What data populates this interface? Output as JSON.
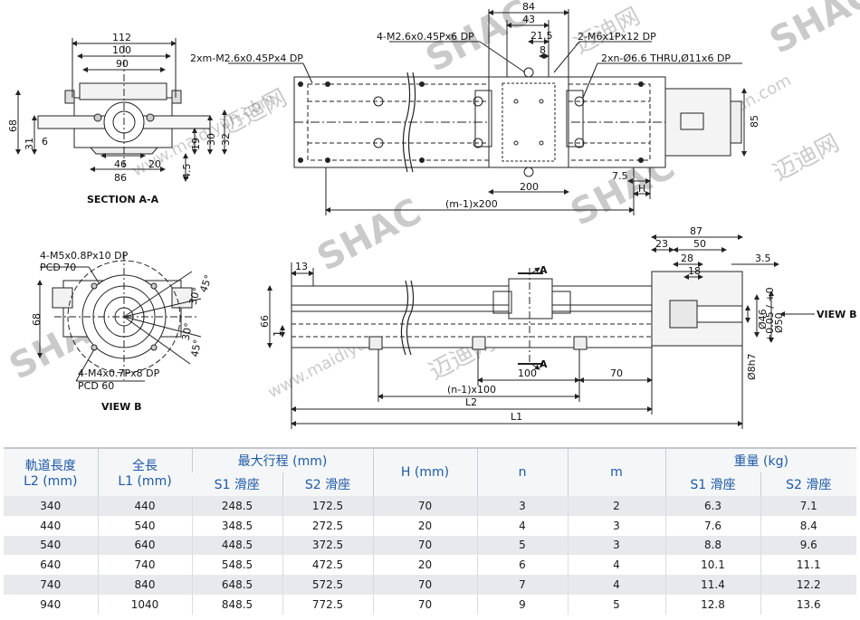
{
  "drawing": {
    "labels": {
      "section_aa": "SECTION A-A",
      "view_b": "VIEW B",
      "view_b_arrow": "VIEW B",
      "a_top": "A",
      "a_bottom": "A"
    },
    "section_dims": {
      "w112": "112",
      "w100": "100",
      "w90": "90",
      "h68": "68",
      "d31": "31",
      "d6": "6",
      "d46": "46",
      "d20": "20",
      "d86": "86",
      "d19": "19",
      "d30": "30",
      "d32": "32",
      "d4_5": "4.5"
    },
    "top_notes": {
      "m26_4dp": "2xm-M2.6x0.45Px4 DP",
      "m26_6dp": "4-M2.6x0.45Px6 DP",
      "m6": "2-M6x1Px12 DP",
      "thru": "2xn-Ø6.6 THRU,Ø11x6 DP"
    },
    "top_dims": {
      "d84": "84",
      "d43": "43",
      "d21_5": "21.5",
      "d8": "8",
      "d85": "85",
      "d7_5": "7.5",
      "dH": "H",
      "d200": "200",
      "dm200": "(m-1)x200"
    },
    "viewb_notes": {
      "m5": "4-M5x0.8Px10 DP",
      "pcd70": "PCD 70",
      "m4": "4-M4x0.7Px8 DP",
      "pcd60": "PCD 60"
    },
    "viewb_dims": {
      "h68": "68",
      "a45a": "45°",
      "a30a": "30°",
      "a30b": "30°",
      "a45b": "45°"
    },
    "front_dims": {
      "d13": "13",
      "d66": "66",
      "d1": "1",
      "d100": "100",
      "d70": "70",
      "dn100": "(n-1)x100",
      "dL2": "L2",
      "dL1": "L1"
    },
    "side_dims": {
      "d87": "87",
      "d23": "23",
      "d50": "50",
      "d28": "28",
      "d18": "18",
      "d3_5": "3.5",
      "d46": "Ø46",
      "d50tol": "Ø50",
      "tol": "+0.05 / +0",
      "d8h7": "Ø8h7"
    },
    "watermark": {
      "brand": "SHAC",
      "cn": "迈迪网",
      "url": "www.maidiyun.com"
    }
  },
  "table": {
    "headers": {
      "rail_length": "軌道長度",
      "rail_length_unit": "L2 (mm)",
      "total_length": "全長",
      "total_length_unit": "L1 (mm)",
      "max_stroke": "最大行程 (mm)",
      "s1": "S1 滑座",
      "s2": "S2 滑座",
      "h": "H (mm)",
      "n": "n",
      "m": "m",
      "weight": "重量 (kg)",
      "w_s1": "S1 滑座",
      "w_s2": "S2 滑座"
    },
    "rows": [
      [
        "340",
        "440",
        "248.5",
        "172.5",
        "70",
        "3",
        "2",
        "6.3",
        "7.1"
      ],
      [
        "440",
        "540",
        "348.5",
        "272.5",
        "20",
        "4",
        "3",
        "7.6",
        "8.4"
      ],
      [
        "540",
        "640",
        "448.5",
        "372.5",
        "70",
        "5",
        "3",
        "8.8",
        "9.6"
      ],
      [
        "640",
        "740",
        "548.5",
        "472.5",
        "20",
        "6",
        "4",
        "10.1",
        "11.1"
      ],
      [
        "740",
        "840",
        "648.5",
        "572.5",
        "70",
        "7",
        "4",
        "11.4",
        "12.2"
      ],
      [
        "940",
        "1040",
        "848.5",
        "772.5",
        "70",
        "9",
        "5",
        "12.8",
        "13.6"
      ]
    ]
  },
  "colors": {
    "header_blue": "#1e5aa8",
    "row_stripe": "#e7e9ec",
    "line": "#222222"
  }
}
